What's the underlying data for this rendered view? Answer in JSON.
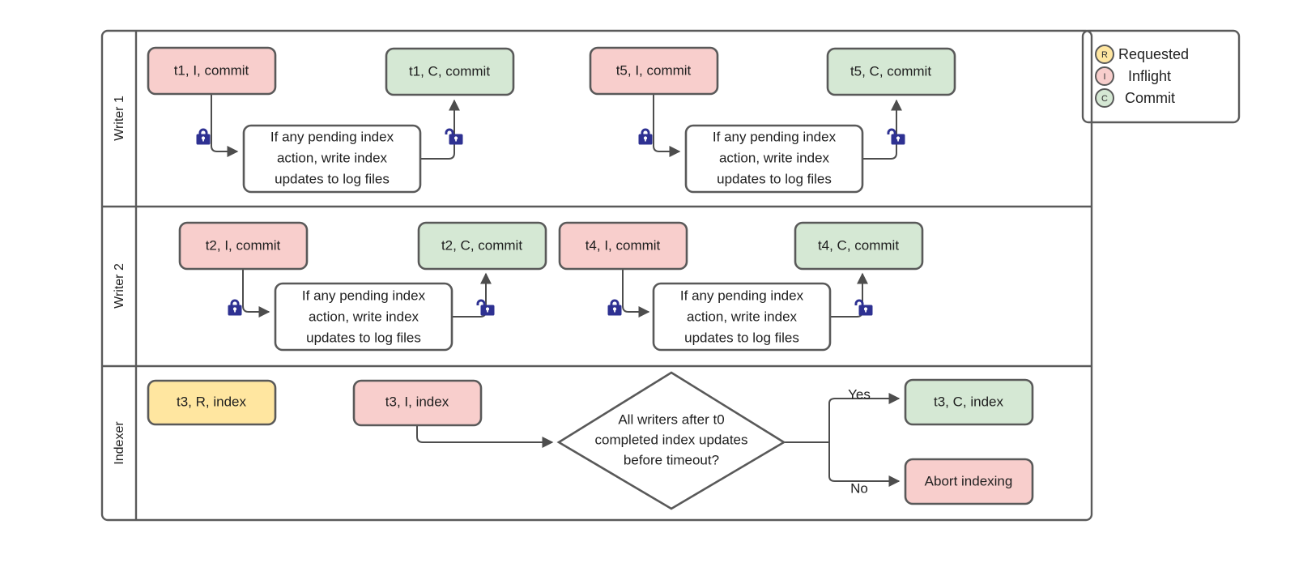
{
  "diagram": {
    "title": "Writer/Indexer swimlane flow",
    "colors": {
      "inflight_fill": "#f8cecc",
      "commit_fill": "#d5e8d4",
      "requested_fill": "#ffe6a0",
      "plain_fill": "#ffffff",
      "shape_stroke": "#595959",
      "lane_stroke": "#5a5a5a",
      "connector": "#4d4d4d",
      "lock_color": "#2e3192",
      "text": "#1f1f1f"
    },
    "lanes": [
      {
        "name": "lane-writer-1",
        "label": "Writer 1"
      },
      {
        "name": "lane-writer-2",
        "label": "Writer 2"
      },
      {
        "name": "lane-indexer",
        "label": "Indexer"
      }
    ],
    "nodes": {
      "w1_t1_inflight": "t1, I, commit",
      "w1_t1_commit": "t1, C, commit",
      "w1_t5_inflight": "t5, I, commit",
      "w1_t5_commit": "t5, C, commit",
      "w2_t2_inflight": "t2, I, commit",
      "w2_t2_commit": "t2, C, commit",
      "w2_t4_inflight": "t4, I, commit",
      "w2_t4_commit": "t4, C, commit",
      "idx_t3_requested": "t3, R, index",
      "idx_t3_inflight": "t3, I, index",
      "idx_t3_commit": "t3, C, index",
      "idx_abort": "Abort indexing",
      "process_lines": [
        "If any pending index",
        "action, write index",
        "updates to log files"
      ],
      "decision_lines": [
        "All writers after t0",
        "completed index updates",
        "before timeout?"
      ]
    },
    "edge_labels": {
      "yes": "Yes",
      "no": "No"
    },
    "icons": {
      "lock_closed": "lock-closed-icon",
      "lock_open": "lock-open-icon"
    },
    "legend": {
      "items": [
        {
          "letter": "R",
          "label": "Requested",
          "fill": "#ffe6a0"
        },
        {
          "letter": "I",
          "label": "Inflight",
          "fill": "#f8cecc"
        },
        {
          "letter": "C",
          "label": "Commit",
          "fill": "#d5e8d4"
        }
      ]
    }
  }
}
